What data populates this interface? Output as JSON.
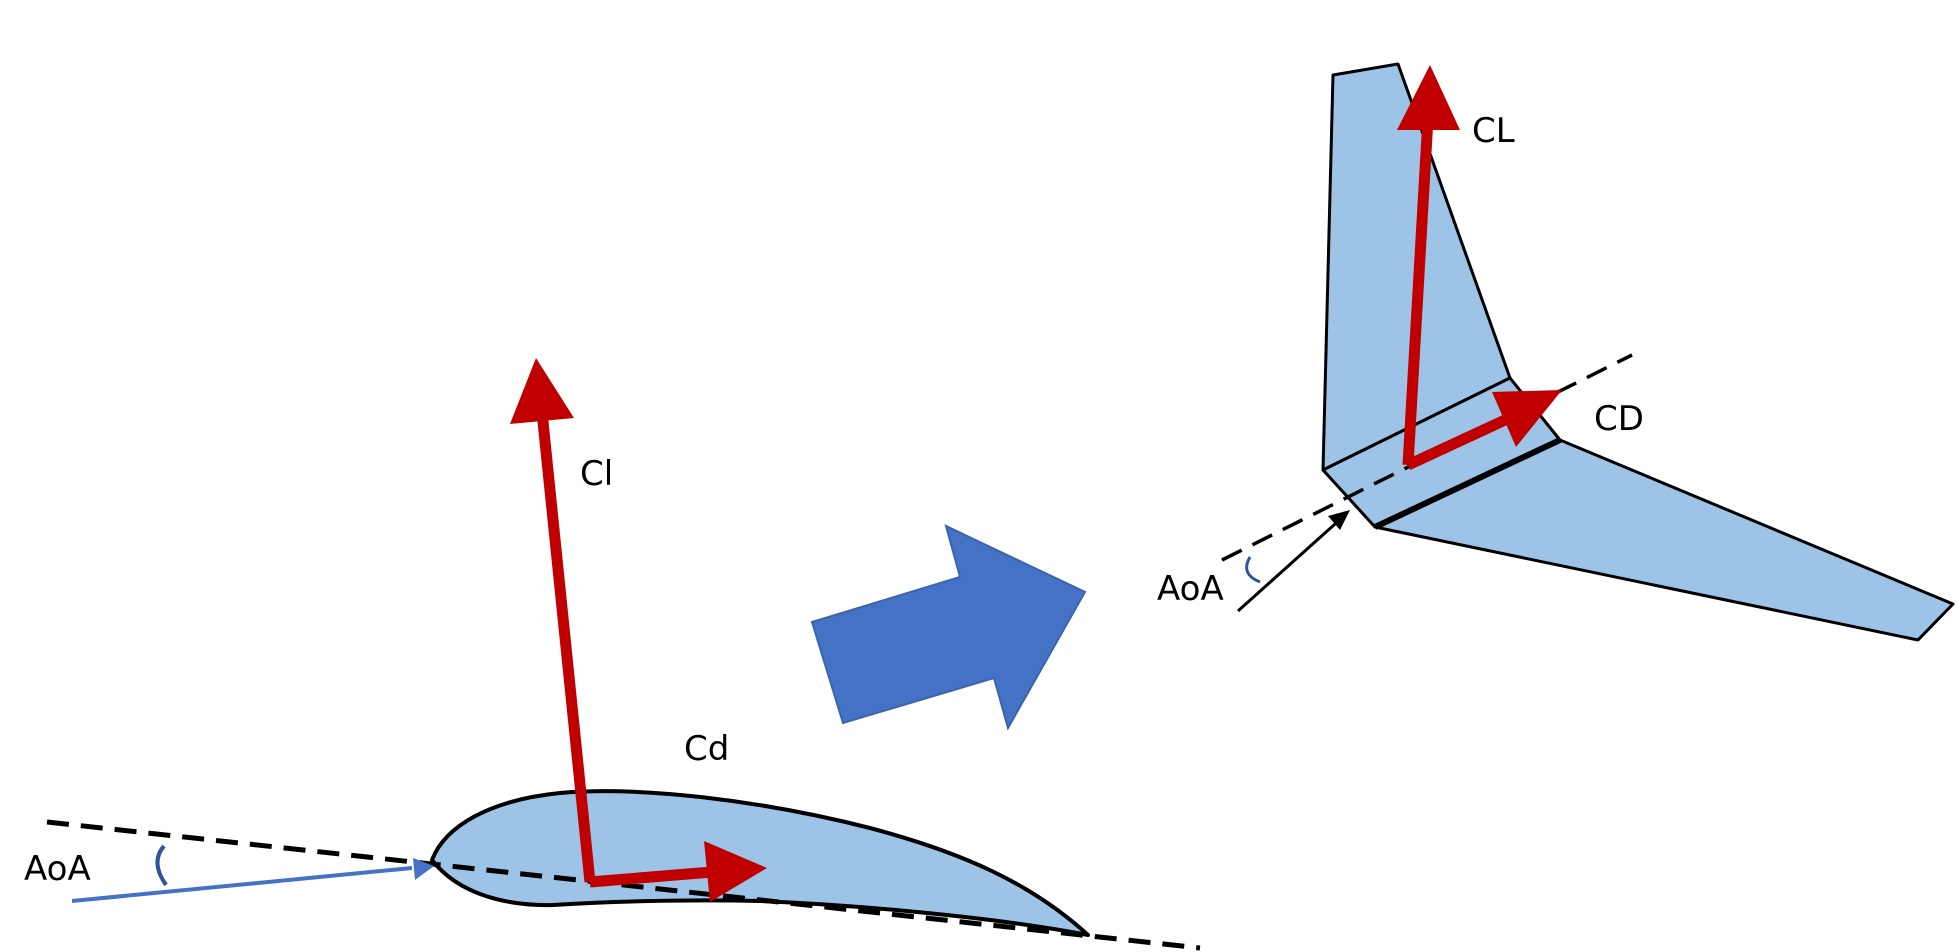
{
  "colors": {
    "wing_fill": "#9dc3e6",
    "outline": "#000000",
    "force_vector": "#c00000",
    "flow_arrow": "#4472c4",
    "transition_arrow": "#4472c4"
  },
  "airfoil_2d": {
    "lift_label": "Cl",
    "drag_label": "Cd",
    "aoa_label": "AoA"
  },
  "wing_3d": {
    "lift_label": "CL",
    "drag_label": "CD",
    "aoa_label": "AoA"
  }
}
